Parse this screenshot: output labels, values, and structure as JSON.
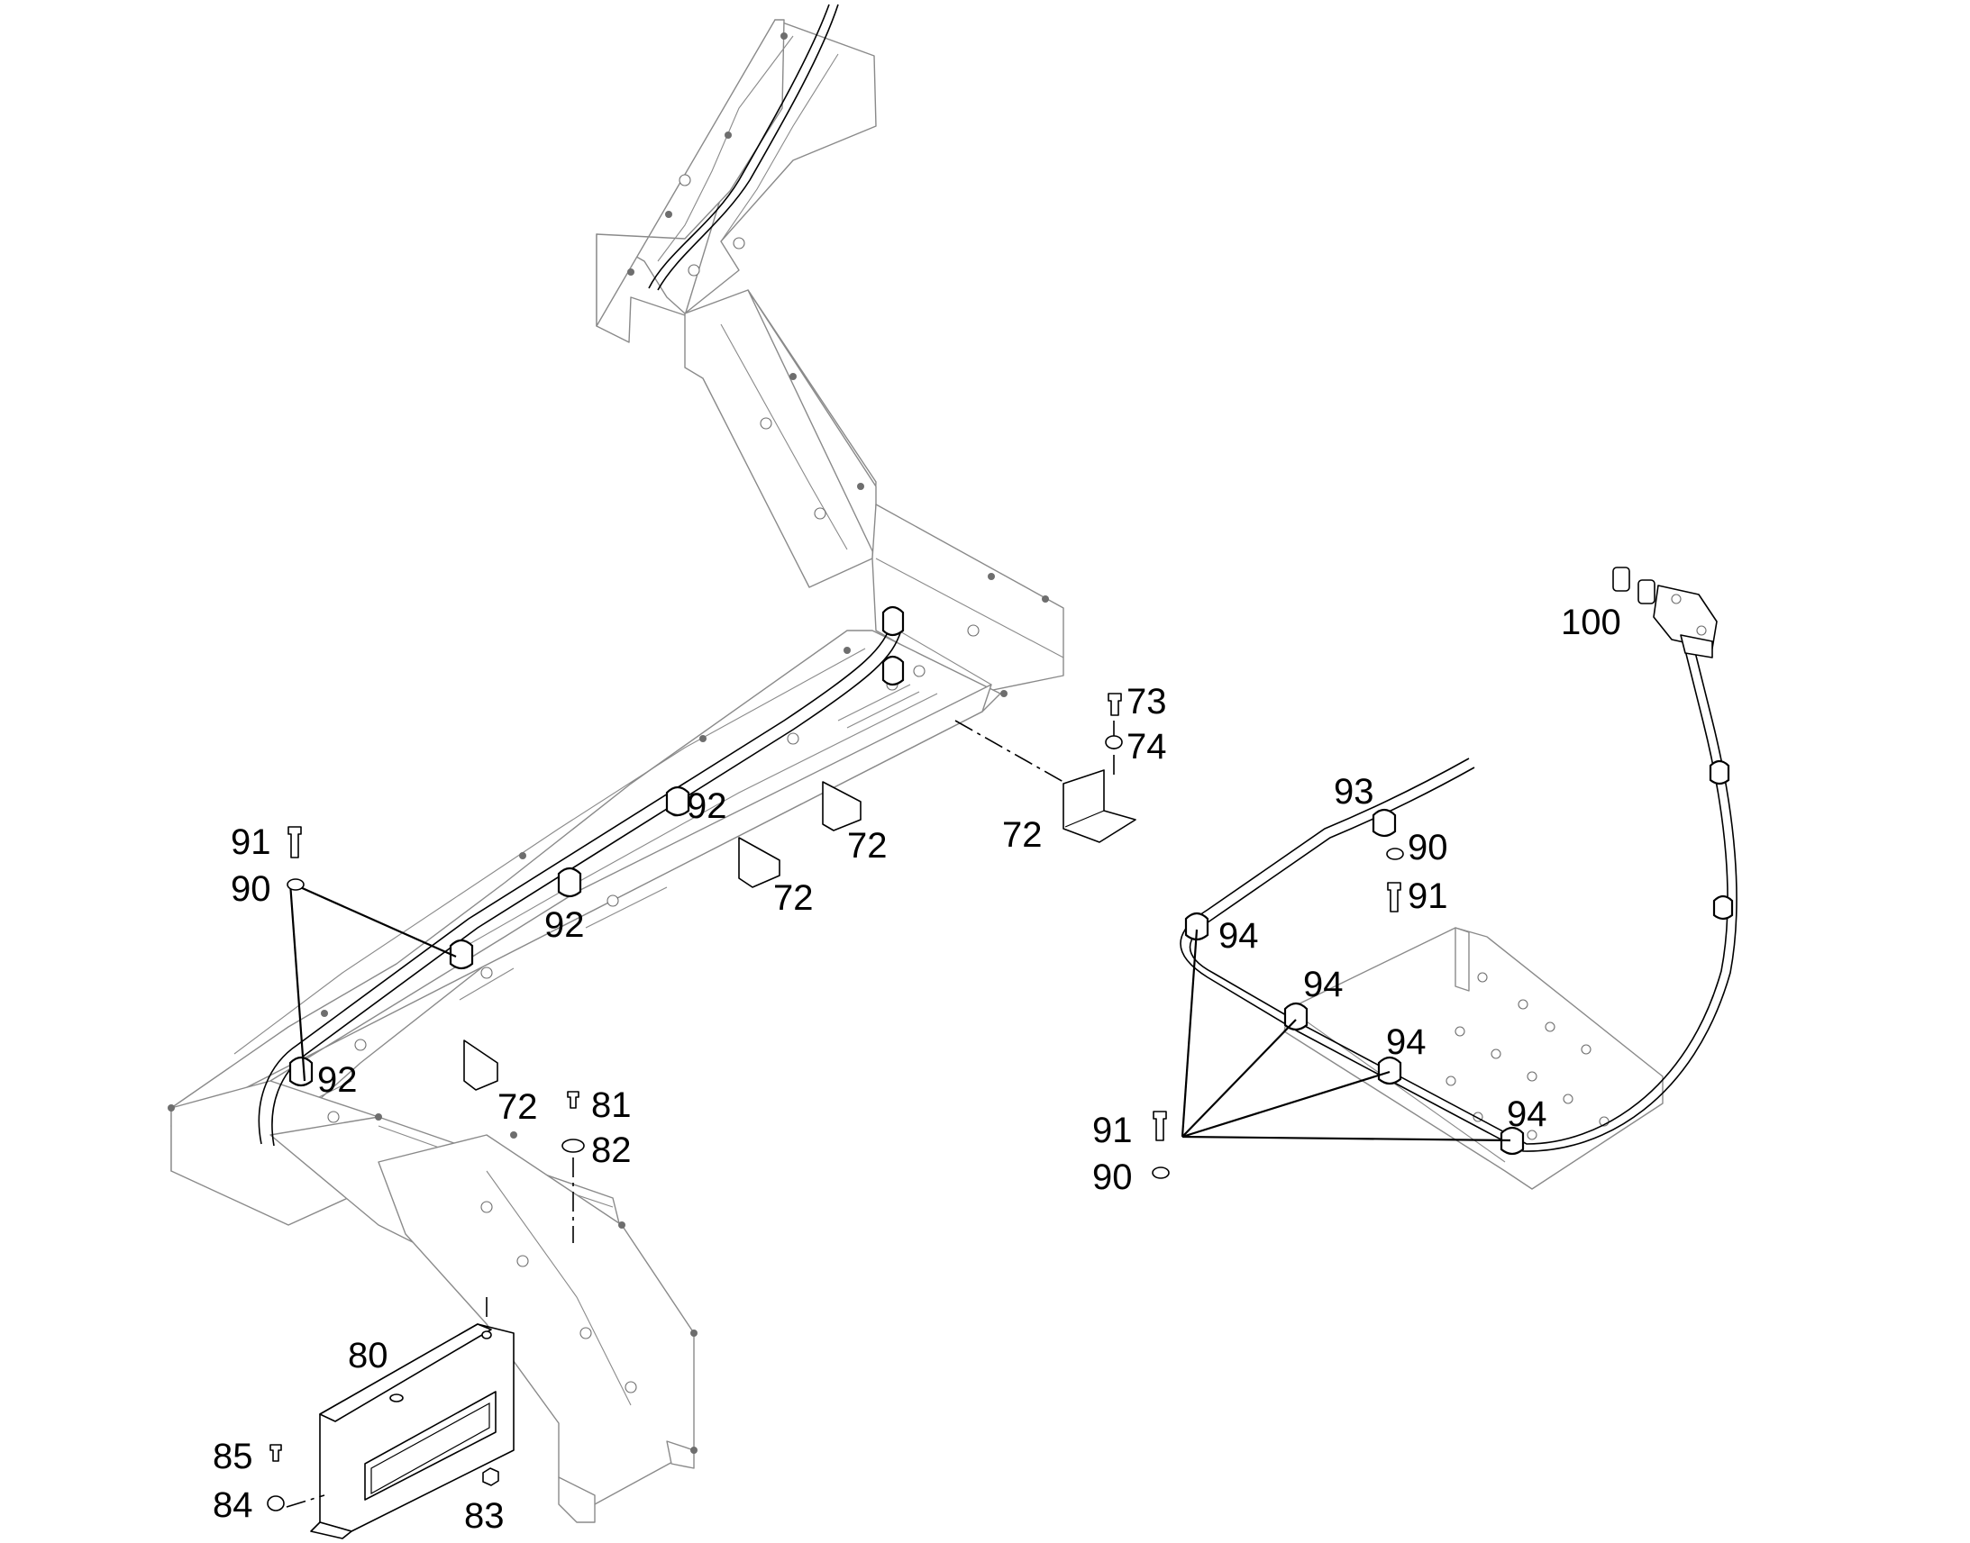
{
  "callouts": [
    {
      "id": "c73",
      "text": "73"
    },
    {
      "id": "c74",
      "text": "74"
    },
    {
      "id": "c72a",
      "text": "72"
    },
    {
      "id": "c72b",
      "text": "72"
    },
    {
      "id": "c72c",
      "text": "72"
    },
    {
      "id": "c72d",
      "text": "72"
    },
    {
      "id": "c92a",
      "text": "92"
    },
    {
      "id": "c92b",
      "text": "92"
    },
    {
      "id": "c92c",
      "text": "92"
    },
    {
      "id": "c91a",
      "text": "91"
    },
    {
      "id": "c90a",
      "text": "90"
    },
    {
      "id": "c81",
      "text": "81"
    },
    {
      "id": "c82",
      "text": "82"
    },
    {
      "id": "c80",
      "text": "80"
    },
    {
      "id": "c85",
      "text": "85"
    },
    {
      "id": "c84",
      "text": "84"
    },
    {
      "id": "c83",
      "text": "83"
    },
    {
      "id": "c100",
      "text": "100"
    },
    {
      "id": "c93",
      "text": "93"
    },
    {
      "id": "c90b",
      "text": "90"
    },
    {
      "id": "c91b",
      "text": "91"
    },
    {
      "id": "c94a",
      "text": "94"
    },
    {
      "id": "c94b",
      "text": "94"
    },
    {
      "id": "c94c",
      "text": "94"
    },
    {
      "id": "c94d",
      "text": "94"
    },
    {
      "id": "c91c",
      "text": "91"
    },
    {
      "id": "c90c",
      "text": "90"
    }
  ]
}
